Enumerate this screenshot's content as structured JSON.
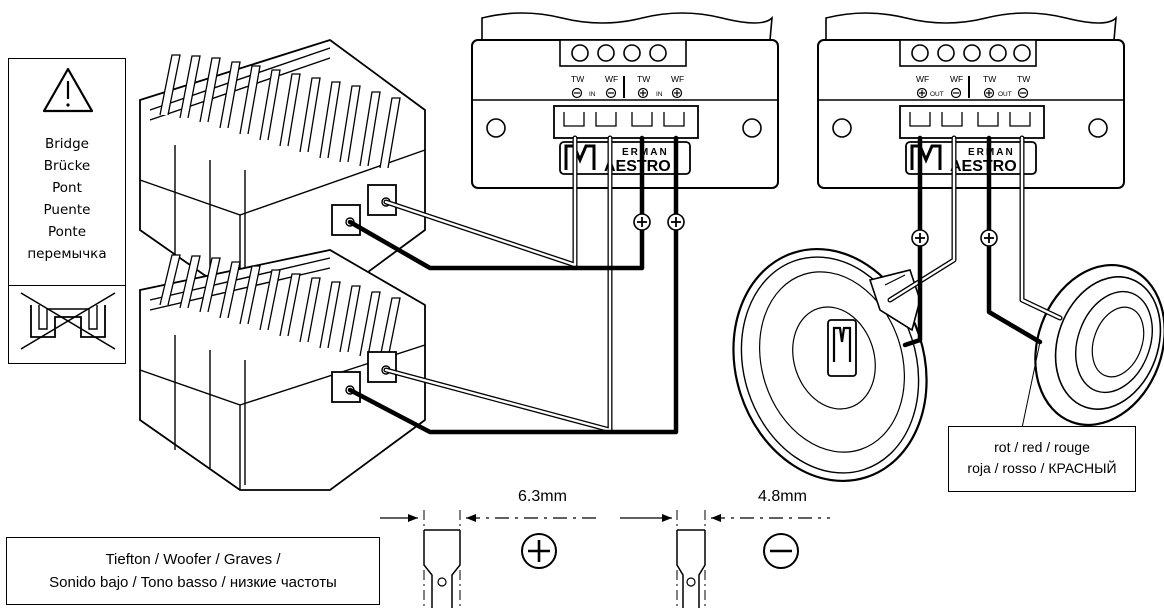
{
  "warning": {
    "icon": "warning-triangle-icon",
    "lines": [
      "Bridge",
      "Brücke",
      "Pont",
      "Puente",
      "Ponte",
      "перемычка"
    ],
    "crossed_icon": "crossed-out-bridge-jumper-icon"
  },
  "crossovers": [
    {
      "brand_line1": "ERMAN",
      "brand_line2": "AESTRO",
      "terminals": [
        {
          "label": "TW",
          "polarity": "minus"
        },
        {
          "label": "WF",
          "polarity": "minus"
        },
        {
          "label": "TW",
          "polarity": "plus"
        },
        {
          "label": "WF",
          "polarity": "plus"
        }
      ],
      "group_labels": [
        "IN",
        "IN"
      ]
    },
    {
      "brand_line1": "ERMAN",
      "brand_line2": "AESTRO",
      "terminals": [
        {
          "label": "WF",
          "polarity": "plus"
        },
        {
          "label": "WF",
          "polarity": "minus"
        },
        {
          "label": "TW",
          "polarity": "plus"
        },
        {
          "label": "TW",
          "polarity": "minus"
        }
      ],
      "group_labels": [
        "OUT",
        "OUT"
      ]
    }
  ],
  "red_label": {
    "line1": "rot / red / rouge",
    "line2": "roja / rosso / КРАСНЫЙ"
  },
  "woofer_label": {
    "line1": "Tiefton / Woofer / Graves /",
    "line2": "Sonido bajo / Tono basso / низкие частоты"
  },
  "connectors": [
    {
      "size": "6.3mm",
      "polarity_icon": "plus-circle-icon"
    },
    {
      "size": "4.8mm",
      "polarity_icon": "minus-circle-icon"
    }
  ],
  "colors": {
    "line": "#000000",
    "background": "#ffffff"
  }
}
